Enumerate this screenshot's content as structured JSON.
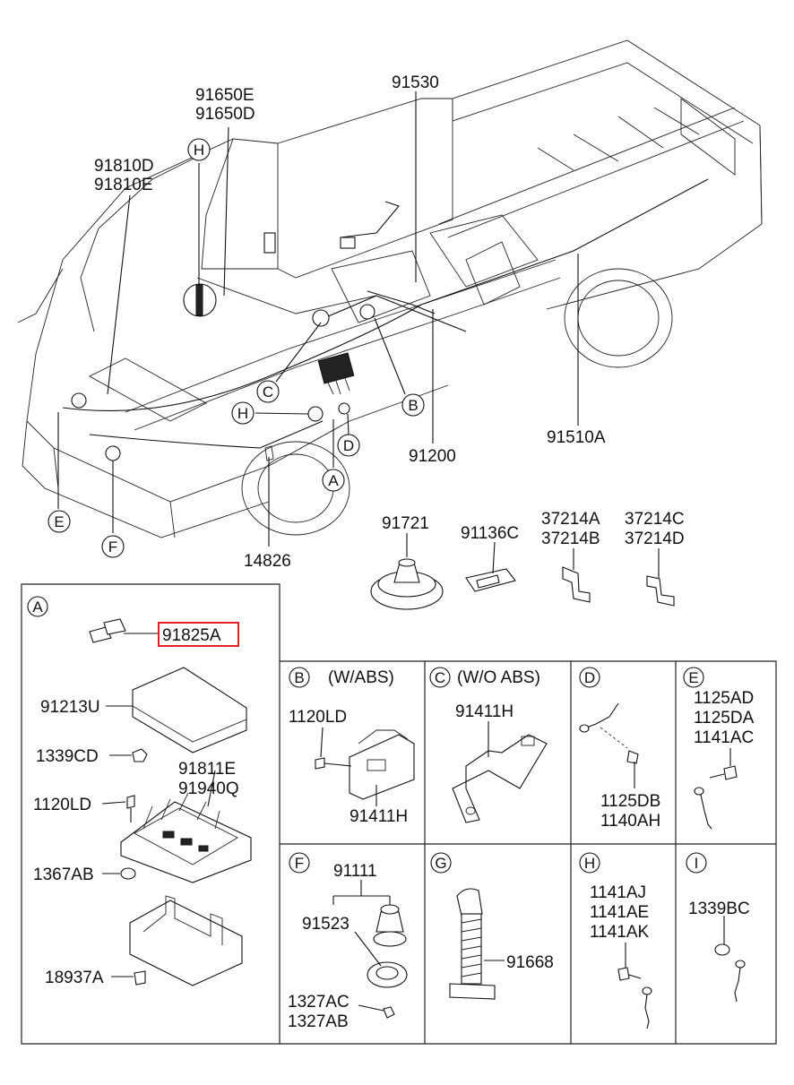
{
  "main_callouts": {
    "c_91650": [
      "91650E",
      "91650D"
    ],
    "c_91530": "91530",
    "c_91810": [
      "91810D",
      "91810E"
    ],
    "c_91510A": "91510A",
    "c_91200": "91200",
    "c_14826": "14826"
  },
  "view_letters": [
    "A",
    "B",
    "C",
    "D",
    "E",
    "F",
    "G",
    "H",
    "I"
  ],
  "misc_parts": {
    "p_91721": "91721",
    "p_91136C": "91136C",
    "p_37214_ab": [
      "37214A",
      "37214B"
    ],
    "p_37214_cd": [
      "37214C",
      "37214D"
    ]
  },
  "panel_A": {
    "letter": "A",
    "labels": [
      "91825A",
      "91213U",
      "1339CD",
      "91811E",
      "91940Q",
      "1120LD",
      "1367AB",
      "18937A"
    ]
  },
  "panel_B": {
    "letter": "B",
    "title": "(W/ABS)",
    "labels": [
      "1120LD",
      "91411H"
    ]
  },
  "panel_C": {
    "letter": "C",
    "title": "(W/O ABS)",
    "labels": [
      "91411H"
    ]
  },
  "panel_D": {
    "letter": "D",
    "labels": [
      "1125DB",
      "1140AH"
    ]
  },
  "panel_E": {
    "letter": "E",
    "labels": [
      "1125AD",
      "1125DA",
      "1141AC"
    ]
  },
  "panel_F": {
    "letter": "F",
    "labels": [
      "91111",
      "91523",
      "1327AC",
      "1327AB"
    ]
  },
  "panel_G": {
    "letter": "G",
    "labels": [
      "91668"
    ]
  },
  "panel_H": {
    "letter": "H",
    "labels": [
      "1141AJ",
      "1141AE",
      "1141AK"
    ]
  },
  "panel_I": {
    "letter": "I",
    "labels": [
      "1339BC"
    ]
  },
  "colors": {
    "line": "#111111",
    "highlight": "#e02020",
    "background": "#ffffff"
  }
}
